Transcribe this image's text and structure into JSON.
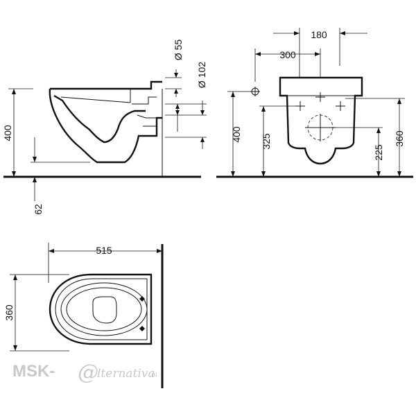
{
  "side_view": {
    "dim_height": "400",
    "dim_floor": "62",
    "dim_pipe_small": "Ø 55",
    "dim_pipe_large": "Ø 102"
  },
  "front_view": {
    "dim_top_width": "180",
    "dim_offset": "300",
    "dim_height_total": "400",
    "dim_height_left": "325",
    "dim_height_right_low": "225",
    "dim_height_right_high": "360"
  },
  "top_view": {
    "dim_length": "515",
    "dim_width": "360"
  },
  "watermark": {
    "brand_left": "MSK-",
    "brand_at": "@",
    "brand_right": "lternativa",
    "brand_tld": ".ru"
  }
}
